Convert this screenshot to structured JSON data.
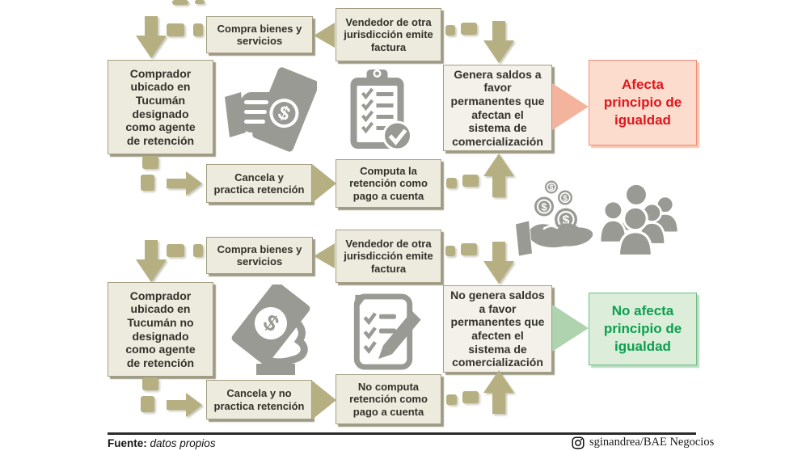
{
  "diagram": {
    "title_implicit": "Flujo de retención Tucumán",
    "colors": {
      "arrow_olive": "#b5af82",
      "box_fill": "#edeade",
      "box_fill_light": "#f3f1ea",
      "box_border": "#a49f85",
      "negative_fill": "#fcdccd",
      "negative_border": "#ef8f79",
      "negative_text": "#e2161d",
      "negative_arrow": "#f4b39c",
      "positive_fill": "#dcedda",
      "positive_border": "#6fbd83",
      "positive_text": "#0aa04f",
      "positive_arrow": "#aed3ae",
      "icon_gray": "#9a9a94",
      "text_dark": "#33322b"
    },
    "top_flow": {
      "compra": "Compra bienes y\nservicios",
      "vendedor": "Vendedor de otra\njurisdicción emite\nfactura",
      "comprador": "Comprador\nubicado en\nTucumán\ndesignado\ncomo agente\nde retención",
      "cancela": "Cancela y\npractica retención",
      "computa": "Computa la\nretención como\npago a cuenta",
      "genera": "Genera saldos a\nfavor\npermanentes que\nafectan el\nsistema de\ncomercialización",
      "resultado": "Afecta\nprincipio de\nigualdad"
    },
    "bottom_flow": {
      "compra": "Compra bienes y\nservicios",
      "vendedor": "Vendedor de otra\njurisdicción emite\nfactura",
      "comprador": "Comprador\nubicado en\nTucumán no\ndesignado\ncomo agente\nde retención",
      "cancela": "Cancela y no\npractica retención",
      "computa": "No computa\nretención como\npago a cuenta",
      "genera": "No genera saldos\na favor\npermanentes que\nafecten el\nsistema de\ncomercialización",
      "resultado": "No afecta\nprincipio de\nigualdad"
    },
    "icons": {
      "currency_symbol": "$",
      "hand_grabbing_money": "hand-grabbing-money",
      "clipboard_checklist": "clipboard-checklist-check",
      "coins_into_hand": "coins-into-hand",
      "people_group": "people-group",
      "money_into_open_hand": "money-into-open-hand",
      "document_pencil": "document-checklist-pencil",
      "instagram": "instagram"
    }
  },
  "footer": {
    "source_label": "Fuente:",
    "source_value": "datos propios",
    "credit": "sginandrea/BAE Negocios"
  }
}
